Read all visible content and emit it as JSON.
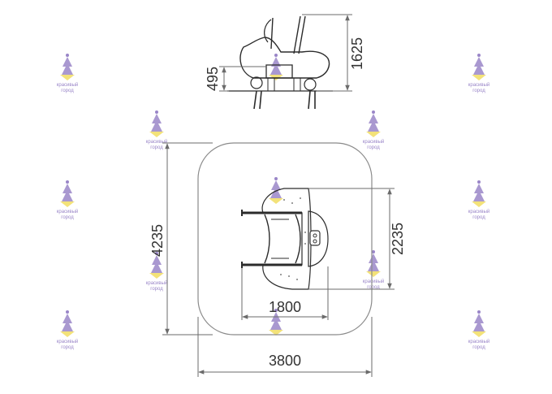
{
  "dimensions": {
    "top_view_height": "1625",
    "top_view_seat": "495",
    "plan_depth_total": "4235",
    "plan_depth_unit": "2235",
    "plan_width_unit": "1800",
    "plan_width_total": "3800"
  },
  "watermark": {
    "line1": "красивый",
    "line2": "город"
  },
  "colors": {
    "line": "#2b2b2b",
    "dimension": "#6b6b6b",
    "safety_zone": "#8a8a8a",
    "watermark_purple": "#9a86c8",
    "watermark_yellow": "#f2df6a"
  }
}
